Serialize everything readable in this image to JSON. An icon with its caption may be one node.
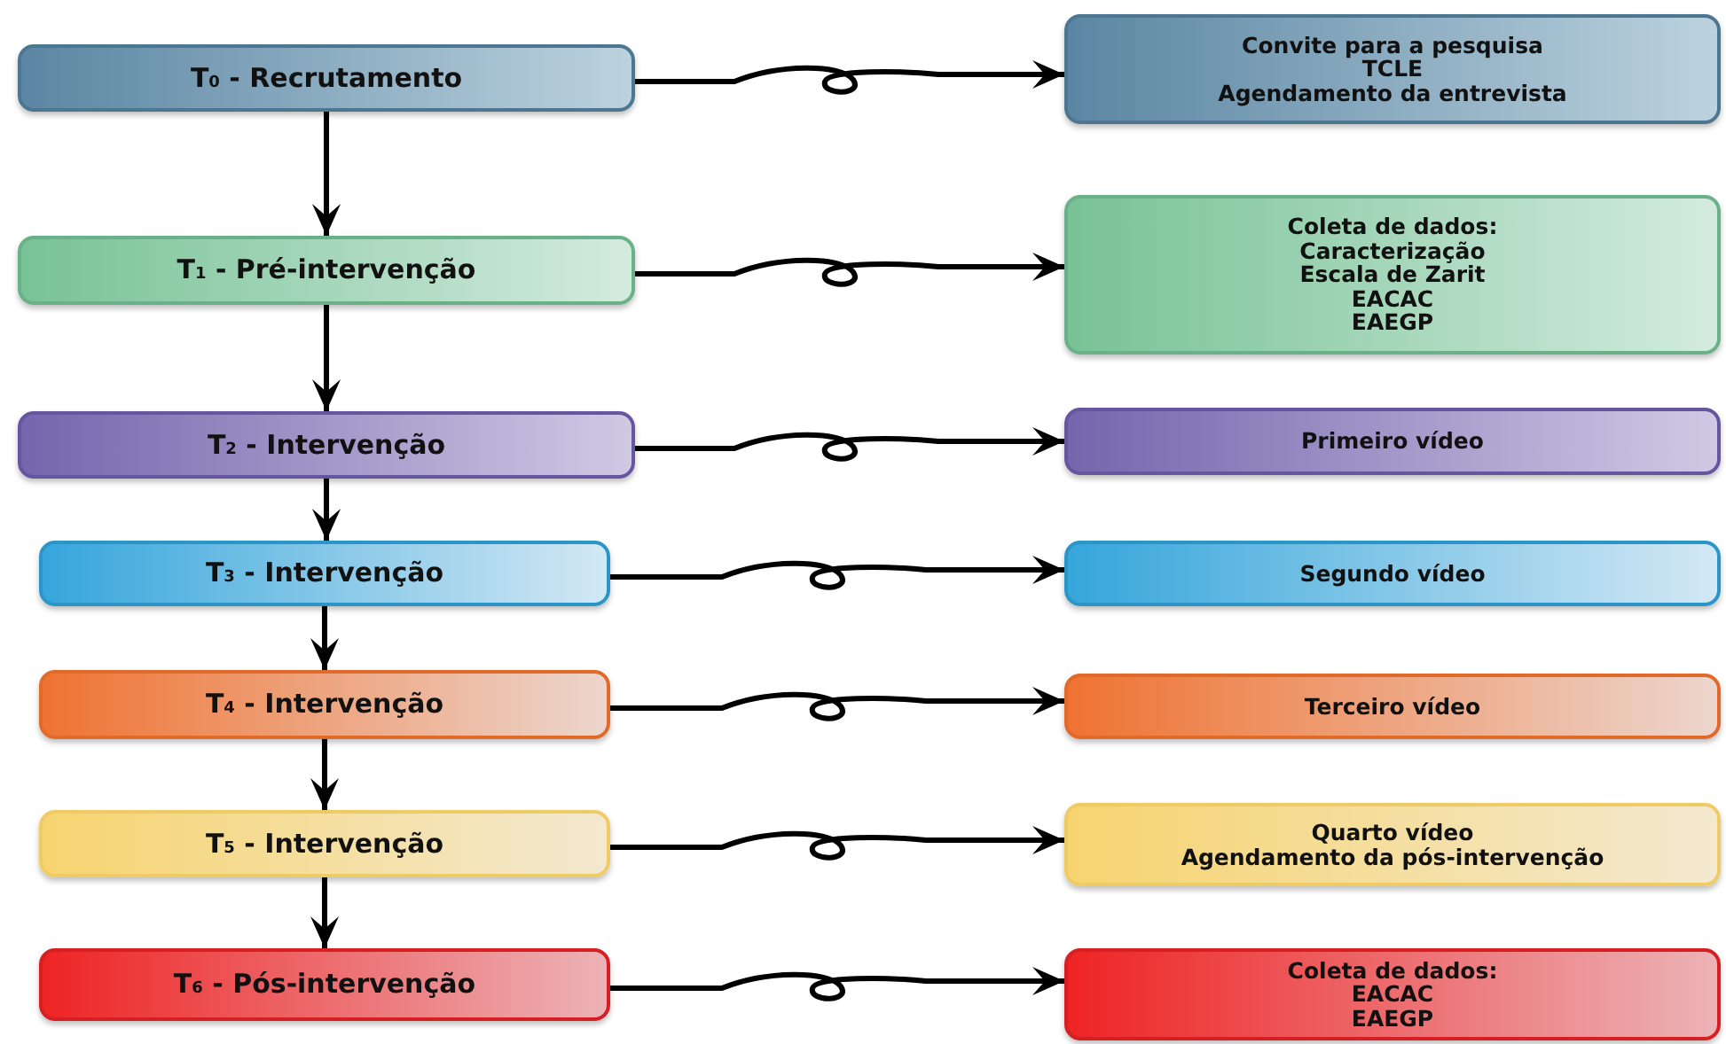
{
  "diagram": {
    "nodes": [
      {
        "text": [
          "T$_{0}$ - Recrutamento"
        ]
      },
      {
        "text": [
          "T$_{1}$ -  Pré-intervenção"
        ]
      },
      {
        "text": [
          "T$_{2}$ - Intervenção"
        ]
      },
      {
        "text": [
          "T$_{3}$ - Intervenção"
        ]
      },
      {
        "text": [
          "T$_{4}$ - Intervenção"
        ]
      },
      {
        "text": [
          "T$_{5}$ - Intervenção"
        ]
      },
      {
        "text": [
          "T$_{6}$ - Pós-intervenção"
        ]
      },
      {
        "text": [
          "Convite para a pesquisa",
          "TCLE",
          "Agendamento da entrevista"
        ]
      },
      {
        "text": [
          "Coleta de dados:",
          "Caracterização",
          "Escala de Zarit",
          "EACAC",
          "EAEGP"
        ]
      },
      {
        "text": [
          "Primeiro vídeo"
        ]
      },
      {
        "text": [
          "Segundo vídeo"
        ]
      },
      {
        "text": [
          "Terceiro vídeo"
        ]
      },
      {
        "text": [
          "Quarto vídeo",
          "Agendamento da pós-intervenção"
        ]
      },
      {
        "text": [
          "Coleta de dados:",
          "EACAC",
          "EAEGP"
        ]
      }
    ],
    "edges": [
      {
        "from": 0,
        "to": 1,
        "arrow": "to"
      },
      {
        "from": 1,
        "to": 2,
        "arrow": "to"
      },
      {
        "from": 2,
        "to": 3,
        "arrow": "to"
      },
      {
        "from": 3,
        "to": 4,
        "arrow": "to"
      },
      {
        "from": 4,
        "to": 5,
        "arrow": "to"
      },
      {
        "from": 5,
        "to": 6,
        "arrow": "to"
      },
      {
        "from": 0,
        "to": 7,
        "arrow": "to"
      },
      {
        "from": 1,
        "to": 8,
        "arrow": "to"
      },
      {
        "from": 2,
        "to": 9,
        "arrow": "to"
      },
      {
        "from": 3,
        "to": 10,
        "arrow": "to"
      },
      {
        "from": 4,
        "to": 11,
        "arrow": "to"
      },
      {
        "from": 5,
        "to": 12,
        "arrow": "to"
      },
      {
        "from": 6,
        "to": 13,
        "arrow": "to"
      }
    ]
  }
}
